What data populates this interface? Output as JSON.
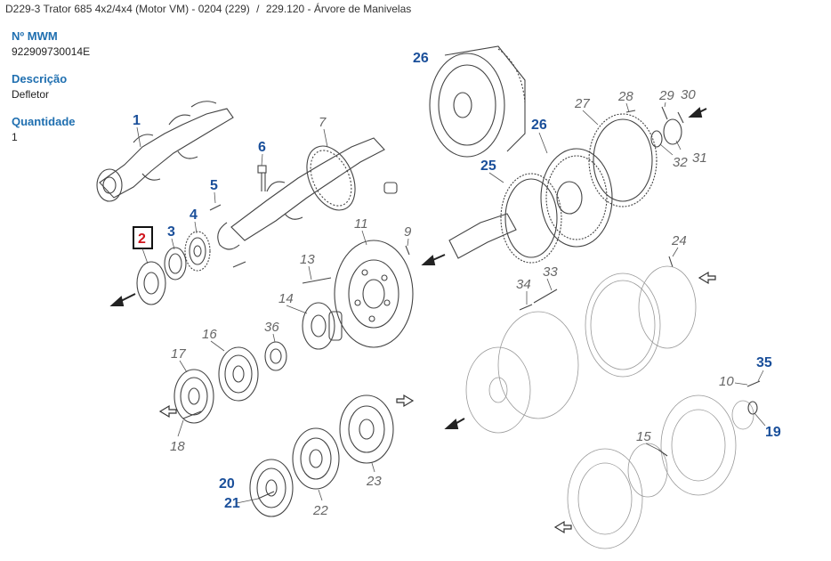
{
  "breadcrumb": {
    "model": "D229-3 Trator 685 4x2/4x4 (Motor VM) - 0204 (229)",
    "separator": "/",
    "section": "229.120 - Árvore de Manivelas"
  },
  "info": {
    "mwm_label": "Nº MWM",
    "mwm_value": "922909730014E",
    "desc_label": "Descrição",
    "desc_value": "Defletor",
    "qty_label": "Quantidade",
    "qty_value": "1"
  },
  "diagram": {
    "highlighted_part": "2",
    "colors": {
      "blue_label": "#1a4f9a",
      "gray_label": "#666666",
      "highlight": "#d0131b"
    },
    "callouts": {
      "p1": "1",
      "p2": "2",
      "p3": "3",
      "p4": "4",
      "p5": "5",
      "p6": "6",
      "p7": "7",
      "p9": "9",
      "p10": "10",
      "p11": "11",
      "p13": "13",
      "p14": "14",
      "p15": "15",
      "p16": "16",
      "p17": "17",
      "p18": "18",
      "p19": "19",
      "p20": "20",
      "p21": "21",
      "p22": "22",
      "p23": "23",
      "p24": "24",
      "p25": "25",
      "p26a": "26",
      "p26b": "26",
      "p27": "27",
      "p28": "28",
      "p29": "29",
      "p30": "30",
      "p31": "31",
      "p32": "32",
      "p33": "33",
      "p34": "34",
      "p35": "35",
      "p36": "36"
    }
  }
}
